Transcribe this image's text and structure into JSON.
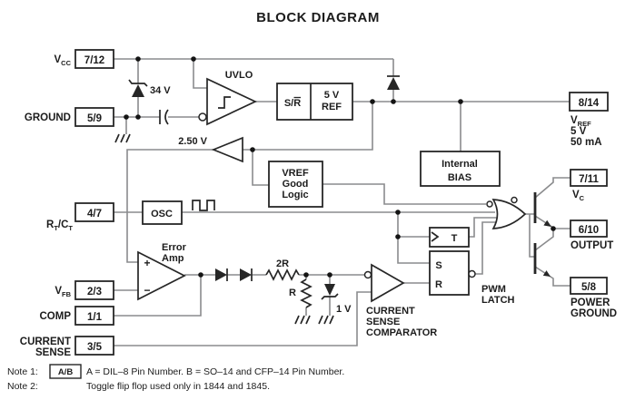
{
  "title": "BLOCK DIAGRAM",
  "pins": {
    "vcc": {
      "num": "7/12",
      "label_main": "V",
      "label_sub": "CC"
    },
    "ground": {
      "num": "5/9",
      "label": "GROUND"
    },
    "rtct": {
      "num": "4/7",
      "p1": "R",
      "s1": "T",
      "p2": "/C",
      "s2": "T"
    },
    "vfb": {
      "num": "2/3",
      "label_main": "V",
      "label_sub": "FB"
    },
    "comp": {
      "num": "1/1",
      "label": "COMP"
    },
    "current_sense": {
      "num": "3/5",
      "label_line1": "CURRENT",
      "label_line2": "SENSE"
    },
    "vref": {
      "num": "8/14",
      "label_main": "V",
      "label_sub": "REF",
      "line2": "5 V",
      "line3": "50 mA"
    },
    "vc": {
      "num": "7/11",
      "label_main": "V",
      "label_sub": "C"
    },
    "output": {
      "num": "6/10",
      "label": "OUTPUT"
    },
    "power_ground": {
      "num": "5/8",
      "label_line1": "POWER",
      "label_line2": "GROUND"
    }
  },
  "blocks": {
    "uvlo": {
      "label": "UVLO"
    },
    "sr": {
      "label_s": "S/",
      "label_r": "R"
    },
    "ref5v": {
      "line1": "5 V",
      "line2": "REF"
    },
    "vref_good": {
      "line1": "VREF",
      "line2": "Good",
      "line3": "Logic"
    },
    "internal_bias": {
      "line1": "Internal",
      "line2": "BIAS"
    },
    "osc": {
      "label": "OSC"
    },
    "error_amp": {
      "line1": "Error",
      "line2": "Amp",
      "plus": "+",
      "minus": "−"
    },
    "buffer_2v5": {
      "label": "2.50 V"
    },
    "cs_comparator": {
      "line1": "CURRENT",
      "line2": "SENSE",
      "line3": "COMPARATOR"
    },
    "pwm_latch": {
      "line1": "PWM",
      "line2": "LATCH",
      "s": "S",
      "r": "R"
    },
    "toggle_ff": {
      "label": "T"
    }
  },
  "components": {
    "zener_34v": "34 V",
    "zener_1v": "1 V",
    "res_2r": "2R",
    "res_r": "R"
  },
  "notes": {
    "note1_label": "Note 1:",
    "note1_badge": "A/B",
    "note1_text": "A = DIL–8 Pin Number. B = SO–14 and CFP–14 Pin Number.",
    "note2_label": "Note 2:",
    "note2_text": "Toggle flip flop used only in 1844 and 1845."
  },
  "colors": {
    "wire": "#8a8b8d",
    "ink": "#1c1c1c",
    "background": "#ffffff"
  }
}
